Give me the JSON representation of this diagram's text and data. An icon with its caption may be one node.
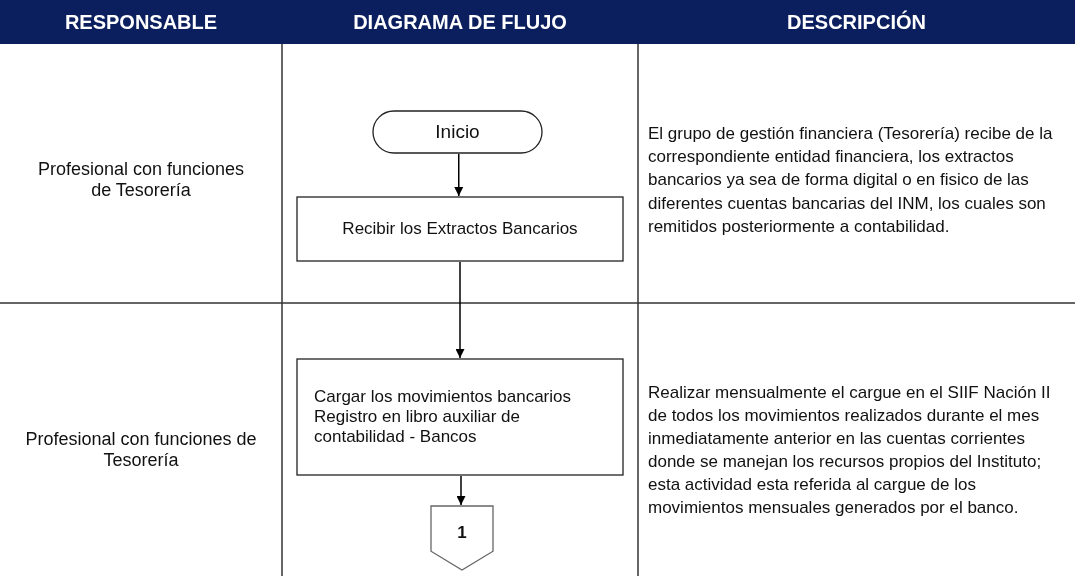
{
  "diagram": {
    "nodes": [
      {
        "text": [
          "Inicio"
        ]
      },
      {
        "text": [
          "Recibir los Extractos Bancarios"
        ]
      },
      {
        "text": [
          "Cargar los movimientos bancarios Registro en libro auxiliar de contabilidad - Bancos"
        ]
      },
      {
        "text": [
          "1"
        ]
      }
    ],
    "edges": [
      {
        "from": 0,
        "to": 1,
        "arrow": "to"
      },
      {
        "from": 1,
        "to": 2,
        "arrow": "to"
      },
      {
        "from": 2,
        "to": 3,
        "arrow": "to"
      }
    ],
    "labels": [
      "RESPONSABLE",
      "DIAGRAMA DE FLUJO",
      "DESCRIPCIÓN",
      "Profesional con funciones de Tesorería",
      "El grupo de gestión financiera (Tesorería) recibe de la correspondiente entidad financiera, los extractos bancarios ya sea de forma digital o en fisico de las diferentes cuentas bancarias del INM, los cuales son remitidos posteriormente a contabilidad.",
      "Profesional con funciones de Tesorería",
      "Realizar mensualmente el cargue en el SIIF Nación II de todos los movimientos realizados durante el mes inmediatamente anterior en las cuentas corrientes donde se manejan los recursos propios del Instituto; esta actividad esta referida al cargue de los movimientos mensuales generados por el banco."
    ]
  }
}
